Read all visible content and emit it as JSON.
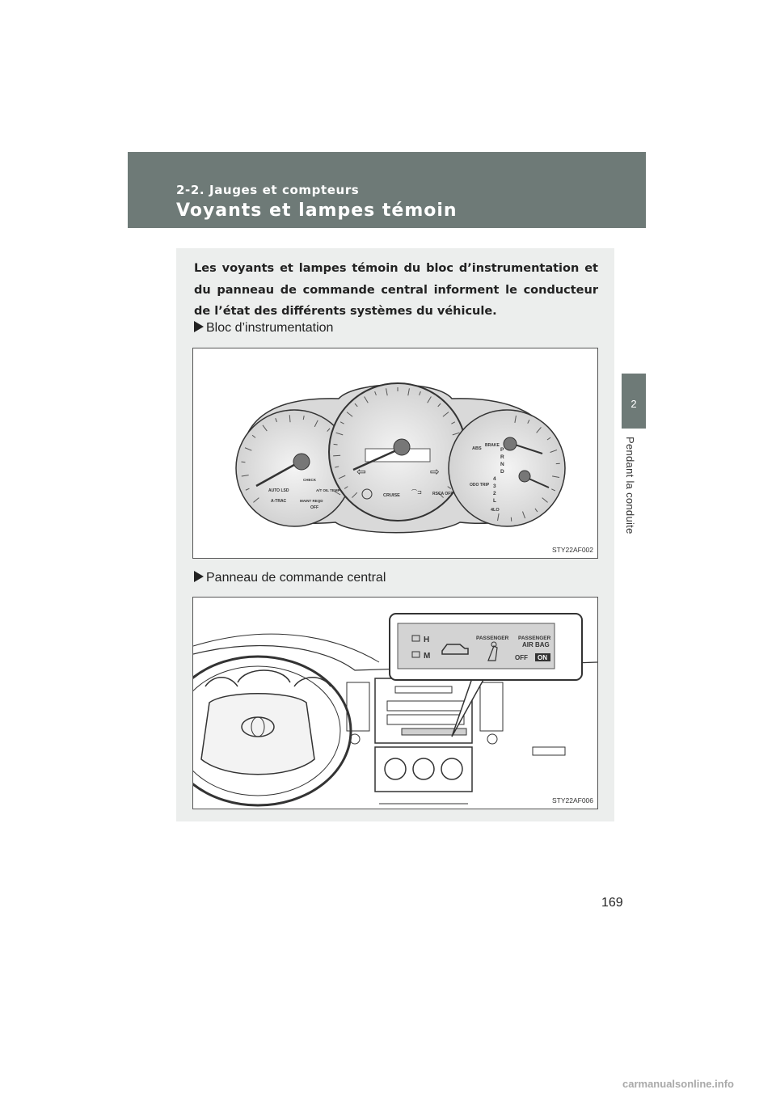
{
  "header": {
    "section_label": "2-2. Jauges et compteurs",
    "title": "Voyants et lampes témoin"
  },
  "side_tab": {
    "number": "2",
    "label": "Pendant la conduite"
  },
  "content": {
    "intro": "Les voyants et lampes témoin du bloc d’instrumentation et du panneau de commande central informent le conducteur de l’état des différents systèmes du véhicule.",
    "subheading_1": "Bloc d’instrumentation",
    "subheading_2": "Panneau de commande central"
  },
  "figure_1": {
    "code": "STY22AF002",
    "labels": {
      "auto_lsd": "AUTO LSD",
      "check": "CHECK",
      "at_oil_temp": "A/T OIL TEMP",
      "a_trac": "A-TRAC",
      "maint_reqd": "MAINT REQD",
      "off": "OFF",
      "cruise": "CRUISE",
      "rsca_off": "RSCA OFF",
      "abs": "ABS",
      "brake": "BRAKE",
      "odo_trip": "ODO TRIP",
      "four_lo": "4LO",
      "gears": [
        "P",
        "R",
        "N",
        "D",
        "4",
        "3",
        "2",
        "L"
      ]
    }
  },
  "figure_2": {
    "code": "STY22AF006",
    "callout": {
      "h": "H",
      "m": "M",
      "passenger_1": "PASSENGER",
      "passenger_2": "PASSENGER",
      "air_bag": "AIR BAG",
      "off": "OFF",
      "on": "ON"
    }
  },
  "page_number": "169",
  "watermark": "carmanualsonline.info",
  "colors": {
    "header_bar": "#6e7a77",
    "content_box": "#eceeed"
  }
}
